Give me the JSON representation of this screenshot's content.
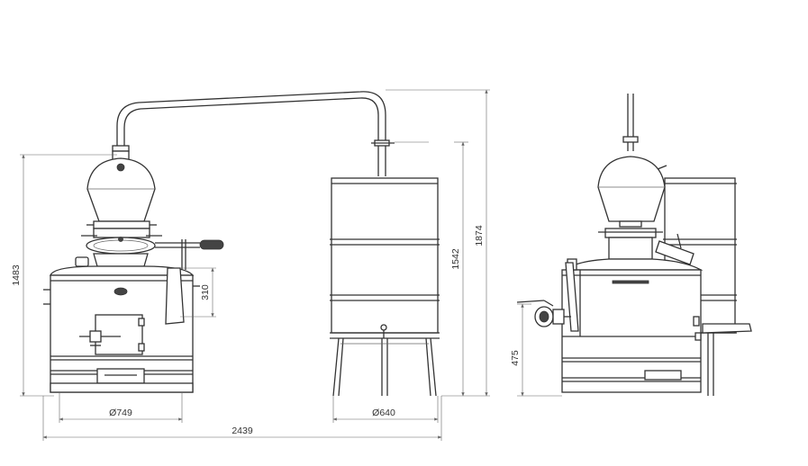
{
  "drawing": {
    "dimensions": {
      "total_width": "2439",
      "boiler_diameter": "Ø749",
      "tank_diameter": "Ø640",
      "boiler_height": "1483",
      "tank_height": "1542",
      "overall_height": "1874",
      "door_height": "310",
      "outlet_height": "475"
    }
  }
}
